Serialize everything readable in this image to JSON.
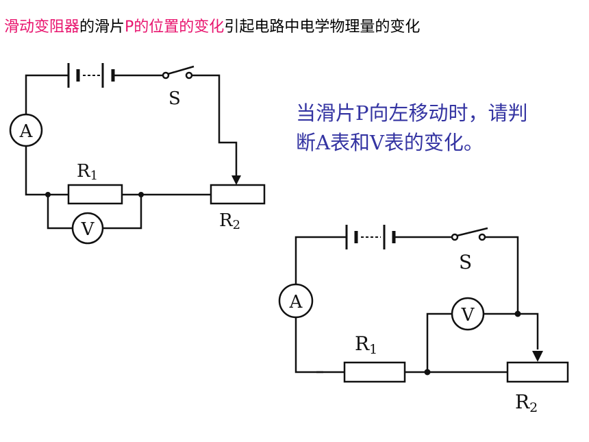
{
  "title": {
    "part1": "滑动变阻器",
    "part2": "的滑片",
    "part3": "P的位置的变化",
    "part4": "引起电路中电学物理量的变化"
  },
  "question": {
    "line1": "当滑片P向左移动时，请判",
    "line2": "断A表和V表的变化。"
  },
  "circuit1": {
    "switch_label": "S",
    "ammeter_label": "A",
    "voltmeter_label": "V",
    "r1_label": "R",
    "r1_sub": "1",
    "r2_label": "R",
    "r2_sub": "2"
  },
  "circuit2": {
    "switch_label": "S",
    "ammeter_label": "A",
    "voltmeter_label": "V",
    "r1_label": "R",
    "r1_sub": "1",
    "r2_label": "R",
    "r2_sub": "2"
  },
  "colors": {
    "highlight": "#e8146e",
    "question_text": "#3434a2",
    "wire": "#111111"
  }
}
